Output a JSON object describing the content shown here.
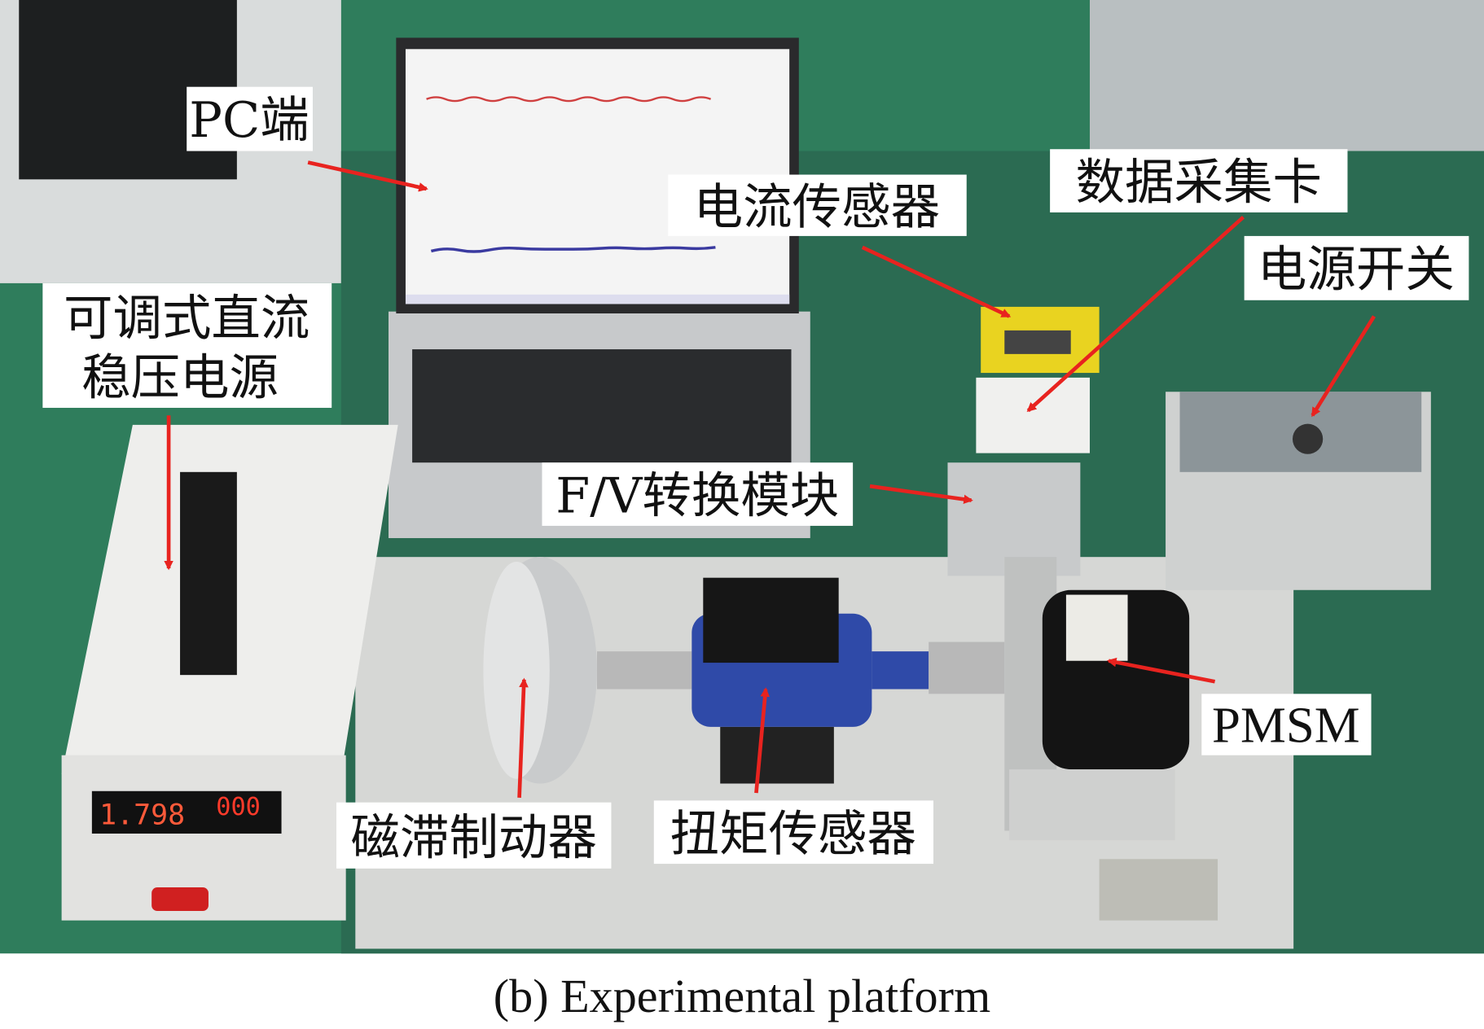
{
  "labels": {
    "pc": "PC端",
    "current_sensor": "电流传感器",
    "daq_card": "数据采集卡",
    "power_switch": "电源开关",
    "dc_supply_line1": "可调式直流",
    "dc_supply_line2": "稳压电源",
    "fv_module": "F/V转换模块",
    "pmsm": "PMSM",
    "brake": "磁滞制动器",
    "torque_sensor": "扭矩传感器"
  },
  "supply_display": {
    "voltage": "1.798",
    "current": "000"
  },
  "caption": "(b) Experimental platform",
  "colors": {
    "arrow": "#e8231f",
    "floor": "#2f7d5c",
    "label_bg": "#ffffff"
  }
}
